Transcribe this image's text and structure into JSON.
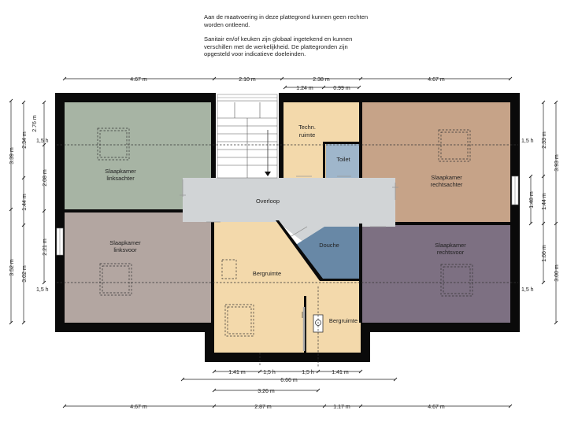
{
  "disclaimer": {
    "line1": "Aan de maatvoering in deze  plattegrond kunnen geen rechten worden ontleend.",
    "line2": "Sanitair en/of keuken zijn globaal ingetekend en kunnen verschillen met de werkelijkheid. De plattegronden zijn opgesteld voor indicatieve doeleinden."
  },
  "rooms": {
    "slaapkamer_linksachter": [
      "Slaapkamer",
      "linksachter"
    ],
    "slaapkamer_linksvoor": [
      "Slaapkamer",
      "linksvoor"
    ],
    "techn_ruimte": [
      "Techn.",
      "ruimte"
    ],
    "toilet": "Toilet",
    "slaapkamer_rechtsachter": [
      "Slaapkamer",
      "rechtsachter"
    ],
    "slaapkamer_rechtsvoor": [
      "Slaapkamer",
      "rechtsvoor"
    ],
    "overloop": "Overloop",
    "douche": "Douche",
    "bergruimte_main": "Bergruimte",
    "bergruimte_small": "Bergruimte"
  },
  "dimensions": {
    "top_row": [
      "4.67 m",
      "2.10 m",
      "2.38 m",
      "4.67 m"
    ],
    "top_sub": [
      "1.24 m",
      "0.99 m"
    ],
    "bottom_row": [
      "4.67 m",
      "2.87 m",
      "1.17 m",
      "4.67 m"
    ],
    "bottom_1": [
      "1.41 m",
      "1,5 h",
      "1,5 h",
      "1.41 m"
    ],
    "bottom_2": "6.66 m",
    "bottom_3": "3.26 m",
    "left_outer": [
      "3.39 m",
      "3.52 m"
    ],
    "left_mid": [
      "2.34 m",
      "1.44 m",
      "3.02 m"
    ],
    "left_inner": [
      "2.76 m",
      "2.08 m",
      "2.21 m"
    ],
    "left_h": [
      "1,5 h",
      "1,5 h"
    ],
    "right_outer": [
      "3.93 m",
      "3.00 m"
    ],
    "right_mid": [
      "2.33 m",
      "1.44 m",
      "1.66 m"
    ],
    "right_inner": "1.48 m",
    "right_h": [
      "1,5 h",
      "1,5 h"
    ]
  },
  "colors": {
    "linksachter": "#a7b4a4",
    "linksvoor": "#b3a6a1",
    "techn": "#f3d9ab",
    "toilet": "#9fb6cb",
    "rechtsachter": "#c6a388",
    "rechtsvoor": "#7d7082",
    "overloop": "#d1d4d6",
    "douche": "#6888a6",
    "berg": "#f3d9ab"
  }
}
